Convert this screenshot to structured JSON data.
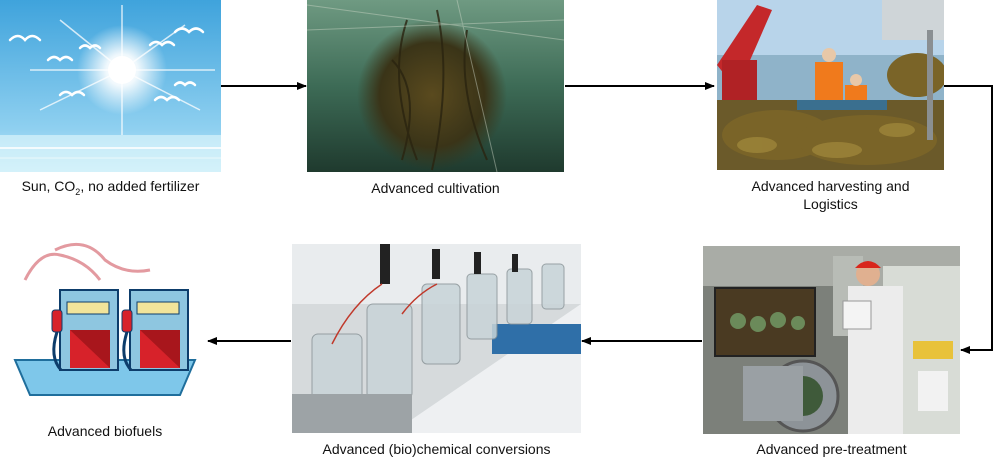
{
  "steps": [
    {
      "id": "sun",
      "label": "Sun, CO",
      "label_sub": "2",
      "label_tail": ", no added fertilizer",
      "icon": "sun-sky-illustration"
    },
    {
      "id": "cultivation",
      "label": "Advanced cultivation",
      "icon": "underwater-seaweed-photo"
    },
    {
      "id": "harvesting",
      "label_line1": "Advanced harvesting and",
      "label_line2": "Logistics",
      "icon": "seaweed-harvest-boat-photo"
    },
    {
      "id": "pretreatment",
      "label": "Advanced pre-treatment",
      "icon": "pretreatment-lab-photo"
    },
    {
      "id": "conversions",
      "label": "Advanced (bio)chemical conversions",
      "icon": "bioreactor-lab-photo"
    },
    {
      "id": "biofuels",
      "label": "Advanced biofuels",
      "icon": "fuel-pump-icon"
    }
  ],
  "colors": {
    "arrow": "#000000",
    "sky_top": "#3fa3dc",
    "sky_bottom": "#c8ecf8"
  }
}
